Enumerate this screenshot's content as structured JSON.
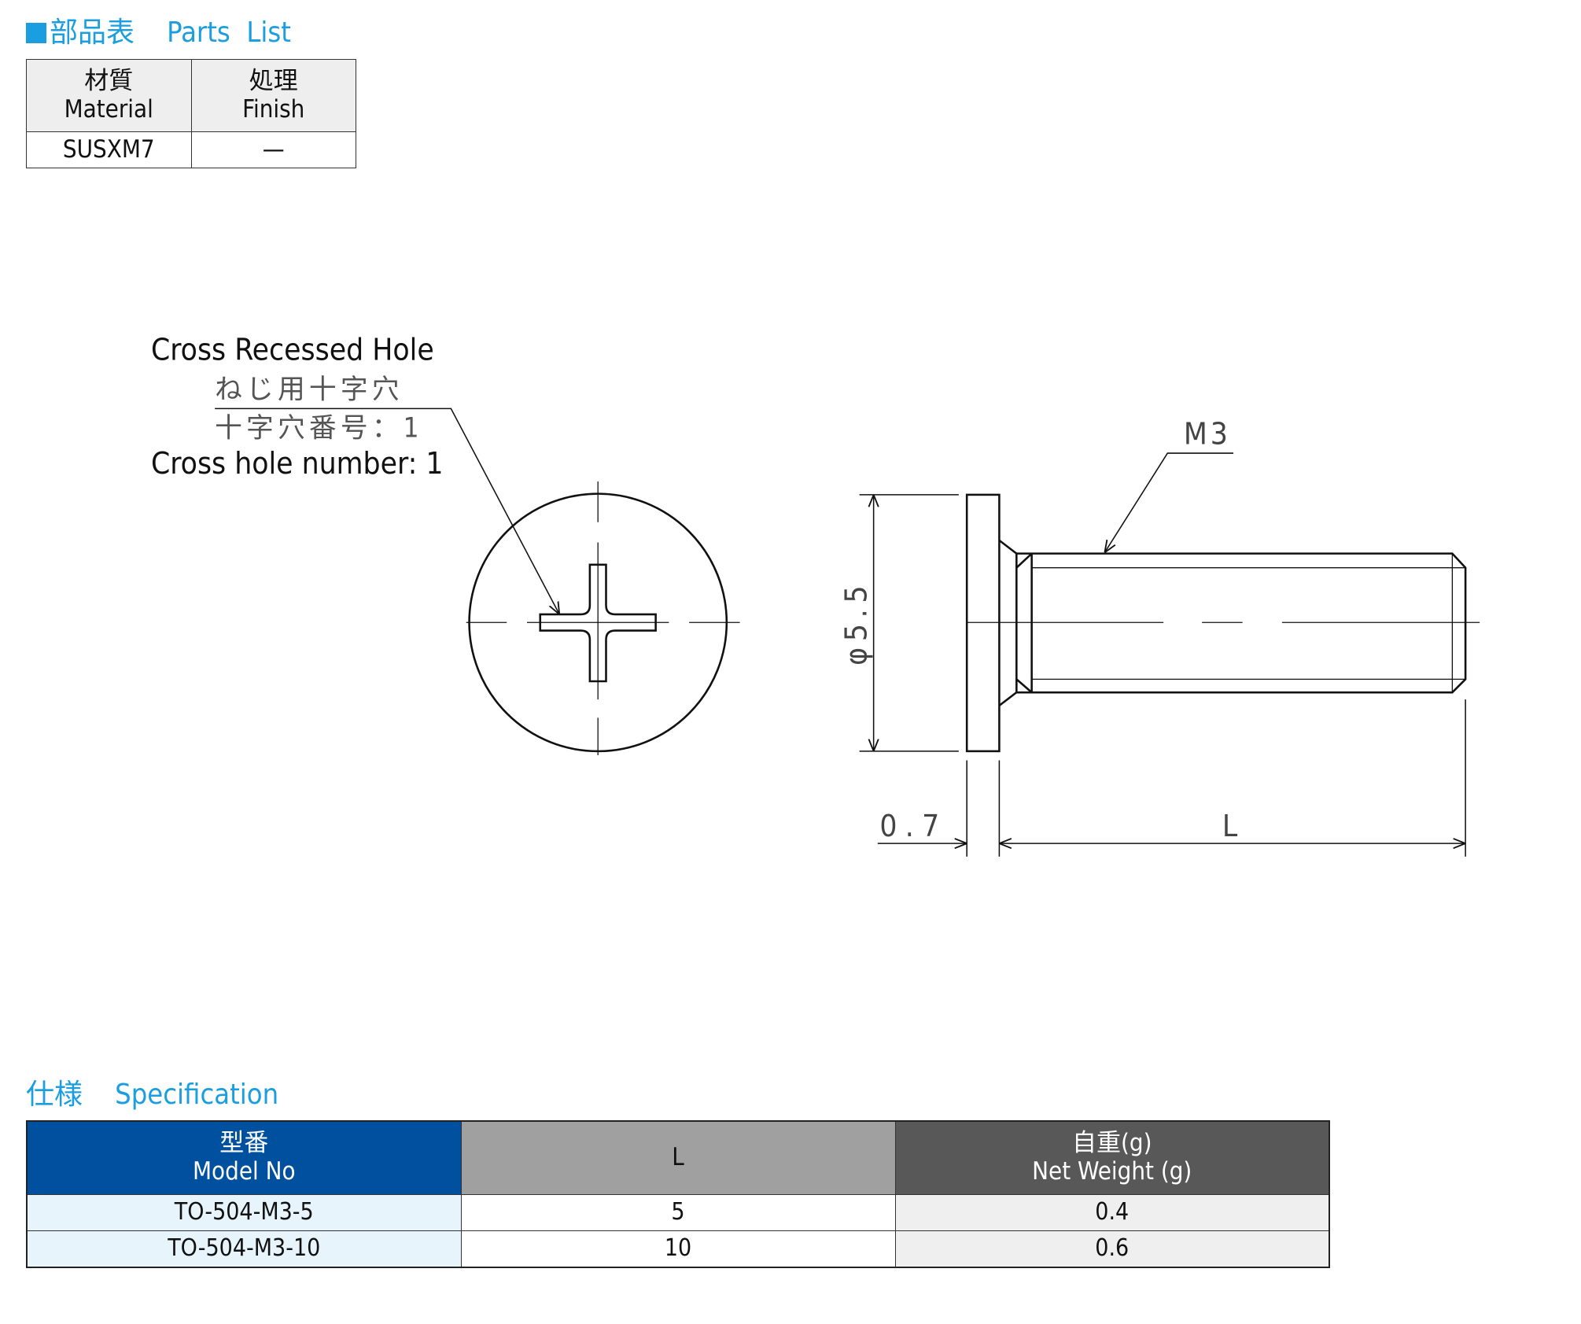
{
  "parts_list": {
    "title_jp": "部品表",
    "title_en": "Parts  List",
    "headers": [
      {
        "jp": "材質",
        "en": "Material"
      },
      {
        "jp": "処理",
        "en": "Finish"
      }
    ],
    "row": [
      "SUSXM7",
      "—"
    ]
  },
  "drawing": {
    "recess_title": "Cross Recessed Hole",
    "recess_jp": "ねじ用十字穴",
    "hole_no_jp": "十字穴番号：1",
    "hole_no_en": "Cross hole number: 1",
    "thread": "M3",
    "diameter": "φ5.5",
    "head_thickness": "0.7",
    "length": "L"
  },
  "specification": {
    "title_jp": "仕様",
    "title_en": "Specification",
    "headers": [
      {
        "jp": "型番",
        "en": "Model  No"
      },
      {
        "jp": "",
        "en": "L"
      },
      {
        "jp": "自重(g)",
        "en": "Net Weight (g)"
      }
    ],
    "rows": [
      [
        "TO-504-M3-5",
        "5",
        "0.4"
      ],
      [
        "TO-504-M3-10",
        "10",
        "0.6"
      ]
    ]
  },
  "colors": {
    "accent": "#1a9ee0",
    "header_blue": "#0050a0",
    "header_gray": "#a0a0a0",
    "header_dark": "#585858"
  }
}
